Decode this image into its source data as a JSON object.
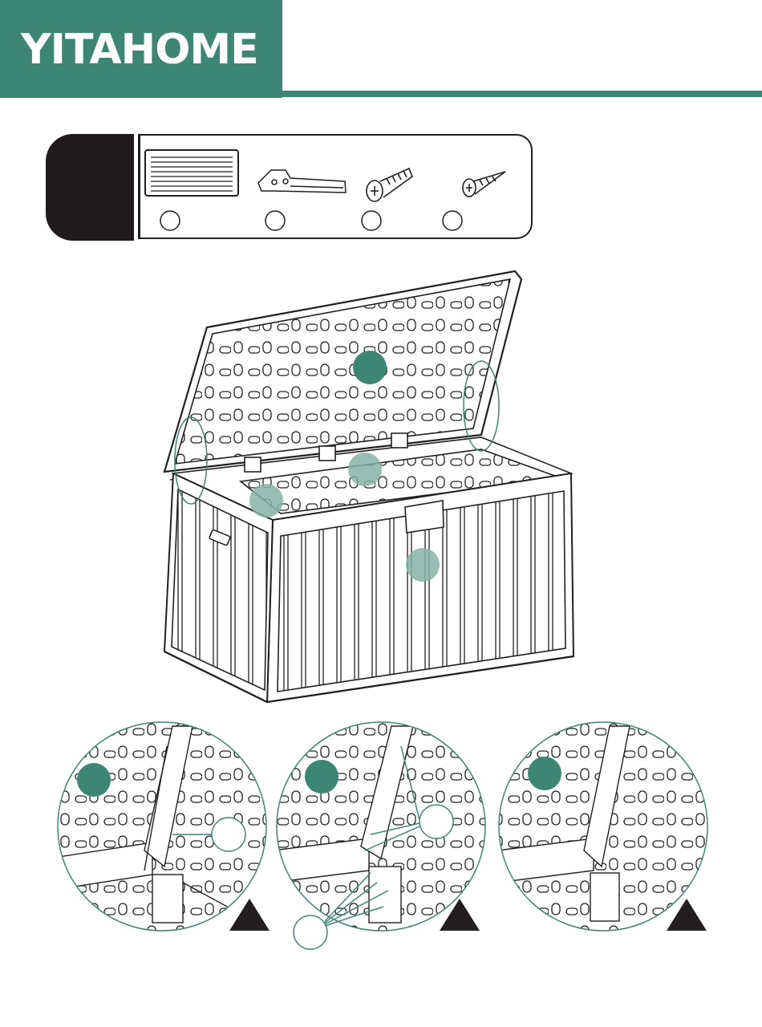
{
  "header": {
    "brand_name": "YITAHOME",
    "brand_color": "#3d8674"
  },
  "step": {
    "number": ""
  },
  "parts": [
    {
      "icon": "lid-strut-icon",
      "label": ""
    },
    {
      "icon": "hinge-bracket-icon",
      "label": ""
    },
    {
      "icon": "machine-screw-icon",
      "label": ""
    },
    {
      "icon": "wood-screw-icon",
      "label": ""
    }
  ],
  "main_callouts": [
    {
      "icon": "lid-part-marker",
      "color": "#3d8674"
    },
    {
      "icon": "back-panel-part-marker",
      "color": "#86b3a6"
    },
    {
      "icon": "side-panel-part-marker",
      "color": "#86b3a6"
    },
    {
      "icon": "front-panel-part-marker",
      "color": "#86b3a6"
    }
  ],
  "details": [
    {
      "name": "detail-a",
      "warning": "warning-triangle-icon"
    },
    {
      "name": "detail-b",
      "warning": "warning-triangle-icon"
    },
    {
      "name": "detail-c",
      "warning": "warning-triangle-icon"
    }
  ]
}
